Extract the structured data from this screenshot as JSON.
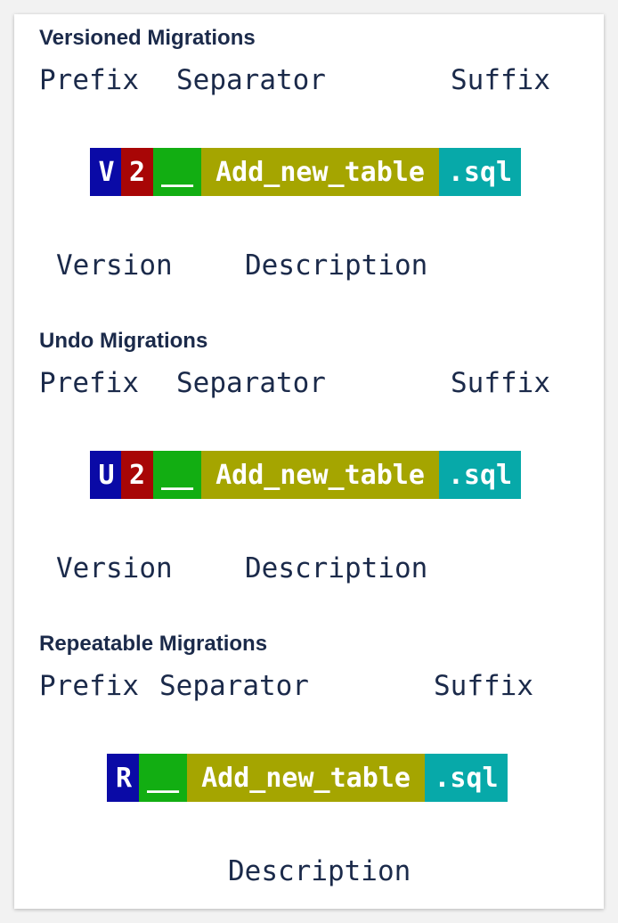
{
  "colors": {
    "prefix": "#0a0aa6",
    "version": "#a80606",
    "separator": "#12ae12",
    "description": "#a5a500",
    "suffix": "#07a9a9",
    "text": "#1b2a4a"
  },
  "sections": {
    "versioned": {
      "heading": "Versioned Migrations",
      "label_prefix": "Prefix",
      "label_separator": "Separator",
      "label_suffix": "Suffix",
      "label_version": "Version",
      "label_description": "Description",
      "seg_prefix": "V",
      "seg_version": "2",
      "seg_separator": "__",
      "seg_description": "Add_new_table",
      "seg_suffix": ".sql"
    },
    "undo": {
      "heading": "Undo Migrations",
      "label_prefix": "Prefix",
      "label_separator": "Separator",
      "label_suffix": "Suffix",
      "label_version": "Version",
      "label_description": "Description",
      "seg_prefix": "U",
      "seg_version": "2",
      "seg_separator": "__",
      "seg_description": "Add_new_table",
      "seg_suffix": ".sql"
    },
    "repeatable": {
      "heading": "Repeatable Migrations",
      "label_prefix": "Prefix",
      "label_separator": "Separator",
      "label_suffix": "Suffix",
      "label_description": "Description",
      "seg_prefix": "R",
      "seg_separator": "__",
      "seg_description": "Add_new_table",
      "seg_suffix": ".sql"
    }
  }
}
